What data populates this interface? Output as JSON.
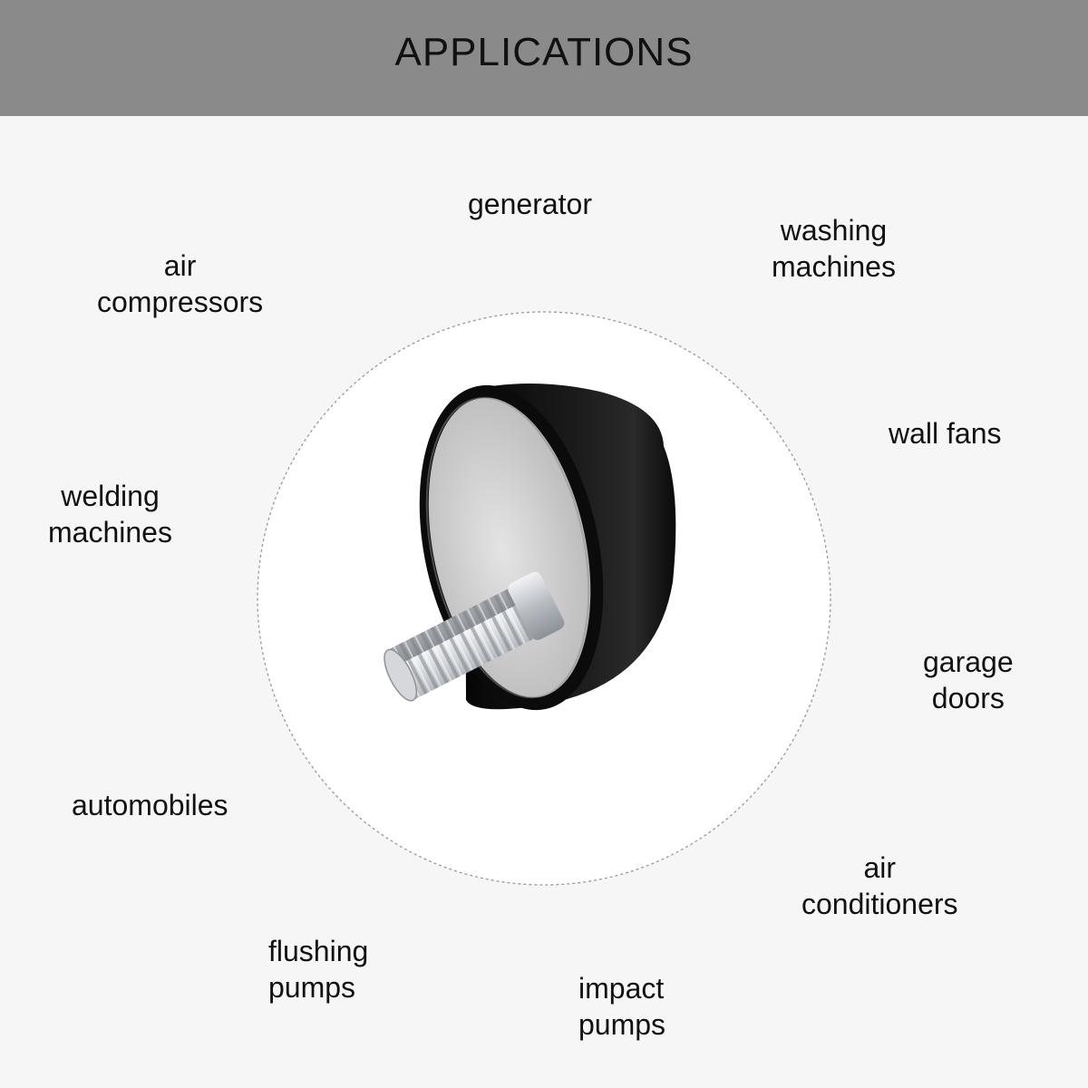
{
  "header": {
    "title": "APPLICATIONS"
  },
  "applications": [
    {
      "id": "generator",
      "lines": [
        "generator"
      ]
    },
    {
      "id": "washing-machines",
      "lines": [
        "washing",
        "machines"
      ]
    },
    {
      "id": "air-compressors",
      "lines": [
        "air",
        "compressors"
      ]
    },
    {
      "id": "wall-fans",
      "lines": [
        "wall fans"
      ]
    },
    {
      "id": "welding-machines",
      "lines": [
        "welding",
        "machines"
      ]
    },
    {
      "id": "garage-doors",
      "lines": [
        "garage",
        "doors"
      ]
    },
    {
      "id": "automobiles",
      "lines": [
        "automobiles"
      ]
    },
    {
      "id": "air-conditioners",
      "lines": [
        "air",
        "conditioners"
      ]
    },
    {
      "id": "flushing-pumps",
      "lines": [
        "flushing",
        "pumps"
      ]
    },
    {
      "id": "impact-pumps",
      "lines": [
        "impact",
        "pumps"
      ]
    }
  ],
  "colors": {
    "header_bg": "#8a8a8a",
    "page_bg": "#f6f6f6",
    "rubber": "#111111",
    "metal": "#c9ccd0"
  }
}
